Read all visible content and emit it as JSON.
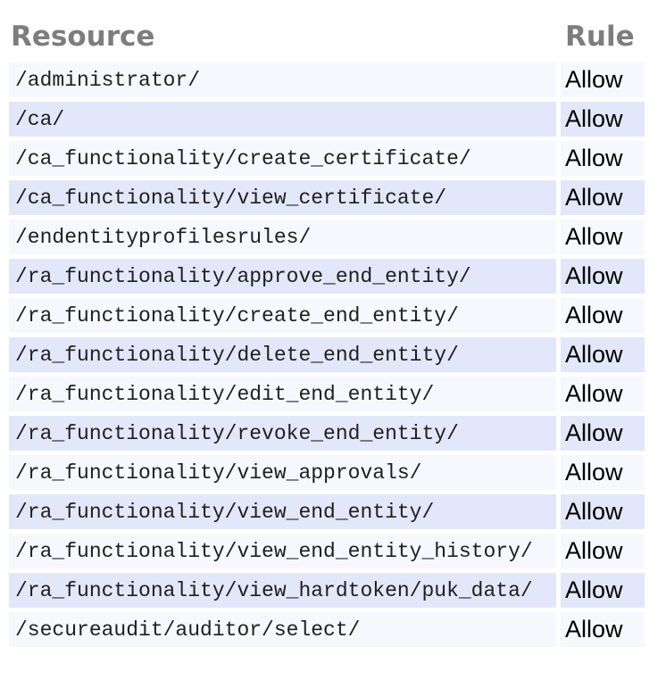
{
  "table": {
    "columns": [
      "Resource",
      "Rule"
    ],
    "rows": [
      {
        "resource": "/administrator/",
        "rule": "Allow"
      },
      {
        "resource": "/ca/",
        "rule": "Allow"
      },
      {
        "resource": "/ca_functionality/create_certificate/",
        "rule": "Allow"
      },
      {
        "resource": "/ca_functionality/view_certificate/",
        "rule": "Allow"
      },
      {
        "resource": "/endentityprofilesrules/",
        "rule": "Allow"
      },
      {
        "resource": "/ra_functionality/approve_end_entity/",
        "rule": "Allow"
      },
      {
        "resource": "/ra_functionality/create_end_entity/",
        "rule": "Allow"
      },
      {
        "resource": "/ra_functionality/delete_end_entity/",
        "rule": "Allow"
      },
      {
        "resource": "/ra_functionality/edit_end_entity/",
        "rule": "Allow"
      },
      {
        "resource": "/ra_functionality/revoke_end_entity/",
        "rule": "Allow"
      },
      {
        "resource": "/ra_functionality/view_approvals/",
        "rule": "Allow"
      },
      {
        "resource": "/ra_functionality/view_end_entity/",
        "rule": "Allow"
      },
      {
        "resource": "/ra_functionality/view_end_entity_history/",
        "rule": "Allow"
      },
      {
        "resource": "/ra_functionality/view_hardtoken/puk_data/",
        "rule": "Allow"
      },
      {
        "resource": "/secureaudit/auditor/select/",
        "rule": "Allow"
      }
    ],
    "colors": {
      "row_odd_bg": "#f7f8fd",
      "row_even_bg": "#e2e7f9",
      "header_text": "#7d7d7d",
      "resource_text": "#1f1f1f",
      "rule_text": "#000000"
    }
  }
}
